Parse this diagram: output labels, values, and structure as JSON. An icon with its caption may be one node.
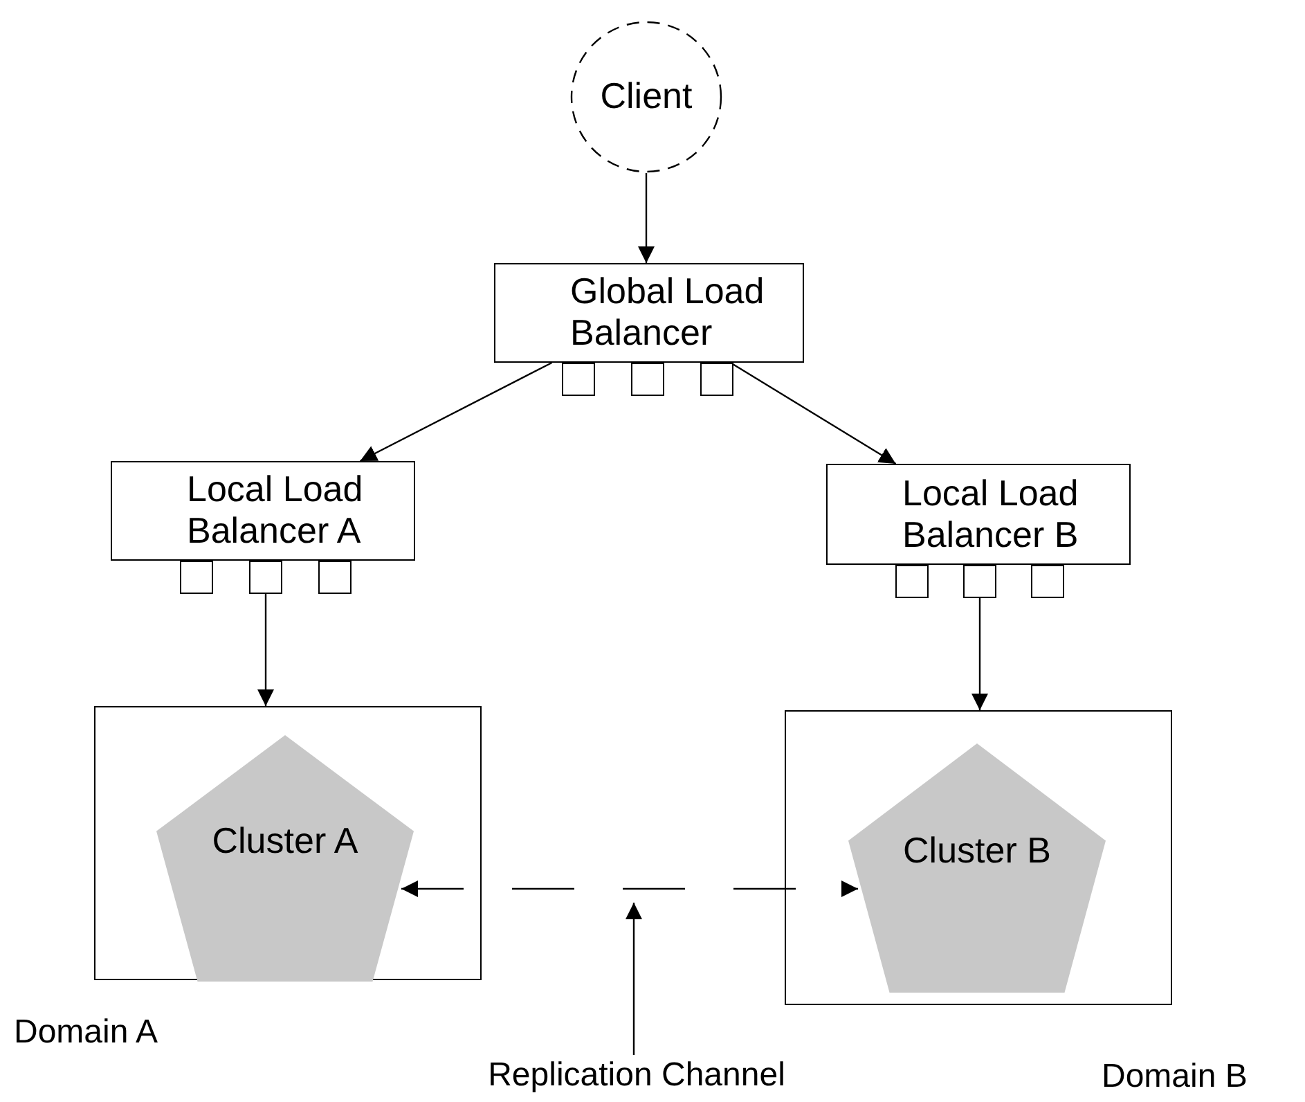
{
  "diagram": {
    "nodes": [
      {
        "text": [
          "Client"
        ]
      },
      {
        "text": [
          "Global Load Balancer"
        ]
      },
      {
        "text": [],
        "shape": "box"
      },
      {
        "text": [],
        "shape": "box"
      },
      {
        "text": [],
        "shape": "box"
      },
      {
        "text": [
          "Local Load Balancer A"
        ]
      },
      {
        "text": [
          "Local Load Balancer B"
        ]
      },
      {
        "text": [],
        "shape": "box"
      },
      {
        "text": [],
        "shape": "box"
      },
      {
        "text": [],
        "shape": "box"
      },
      {
        "text": [],
        "shape": "box"
      },
      {
        "text": [],
        "shape": "box"
      },
      {
        "text": [],
        "shape": "box"
      },
      {
        "text": [],
        "shape": "box",
        "beside": [
          "Domain A"
        ]
      },
      {
        "text": [
          "Cluster A"
        ],
        "in": 13
      },
      {
        "text": [],
        "shape": "box",
        "beside": [
          "Domain B"
        ]
      },
      {
        "text": [
          "Cluster B"
        ],
        "in": 15
      },
      {
        "text": [
          "Replication Channel"
        ]
      }
    ],
    "edges": [
      {
        "from": 0,
        "to": 1,
        "arrow": "to"
      },
      {
        "from": 1,
        "to": 5,
        "arrow": "to"
      },
      {
        "from": 1,
        "to": 6,
        "arrow": "to"
      },
      {
        "from": 8,
        "to": 13,
        "arrow": "to"
      },
      {
        "from": 11,
        "to": 15,
        "arrow": "to"
      },
      {
        "from": 14,
        "to": 16,
        "arrow": "both",
        "style": "dashed"
      },
      {
        "from": 17,
        "to": null,
        "arrow": "to"
      }
    ]
  }
}
